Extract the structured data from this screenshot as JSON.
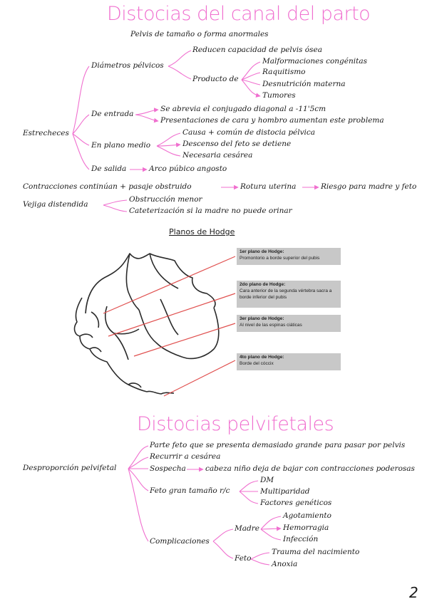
{
  "colors": {
    "accent": "#f06fcf",
    "hodge_line": "#e0504f",
    "box_bg": "#c8c8c8"
  },
  "section1": {
    "title": "Distocias del canal del parto",
    "subtitle": "Pelvis de tamaño o forma anormales",
    "estrecheces": "Estrecheces",
    "diametros": "Diámetros pélvicos",
    "reducen": "Reducen capacidad de pelvis ósea",
    "producto": "Producto de",
    "producto_items": [
      "Malformaciones congénitas",
      "Raquitismo",
      "Desnutrición materna",
      "Tumores"
    ],
    "entrada": "De entrada",
    "entrada_items": [
      "Se abrevia el conjugado diagonal a -11'5cm",
      "Presentaciones de cara y hombro aumentan este problema"
    ],
    "medio": "En plano medio",
    "medio_items": [
      "Causa + común de distocia pélvica",
      "Descenso del feto se detiene",
      "Necesaria cesárea"
    ],
    "salida": "De salida",
    "salida_item": "Arco púbico angosto",
    "contracciones": "Contracciones continúan + pasaje obstruido",
    "rotura": "Rotura uterina",
    "riesgo": "Riesgo para madre y feto",
    "vejiga": "Vejiga distendida",
    "vejiga_items": [
      "Obstrucción menor",
      "Cateterización si la madre no puede orinar"
    ]
  },
  "hodge": {
    "title": "Planos de Hodge",
    "planes": [
      {
        "title": "1er plano de Hodge:",
        "desc": "Promontorio a borde superior del pubis"
      },
      {
        "title": "2do plano de Hodge:",
        "desc": "Cara anterior de la segunda vértebra sacra a borde inferior del pubis"
      },
      {
        "title": "3er plano de Hodge:",
        "desc": "Al nivel de las espinas ciáticas"
      },
      {
        "title": "4to plano de Hodge:",
        "desc": "Borde del cóccix"
      }
    ]
  },
  "section2": {
    "title": "Distocias pelvifetales",
    "root": "Desproporción pelvifetal",
    "parte": "Parte feto que se presenta demasiado grande para pasar por pelvis",
    "recurrir": "Recurrir a cesárea",
    "sospecha": "Sospecha",
    "sospecha_item": "cabeza niño deja de bajar con contracciones poderosas",
    "feto_gran": "Feto gran tamaño r/c",
    "feto_gran_items": [
      "DM",
      "Multiparidad",
      "Factores genéticos"
    ],
    "complicaciones": "Complicaciones",
    "madre": "Madre",
    "madre_items": [
      "Agotamiento",
      "Hemorragia",
      "Infección"
    ],
    "feto": "Feto",
    "feto_items": [
      "Trauma del nacimiento",
      "Anoxia"
    ]
  },
  "page_number": "2"
}
